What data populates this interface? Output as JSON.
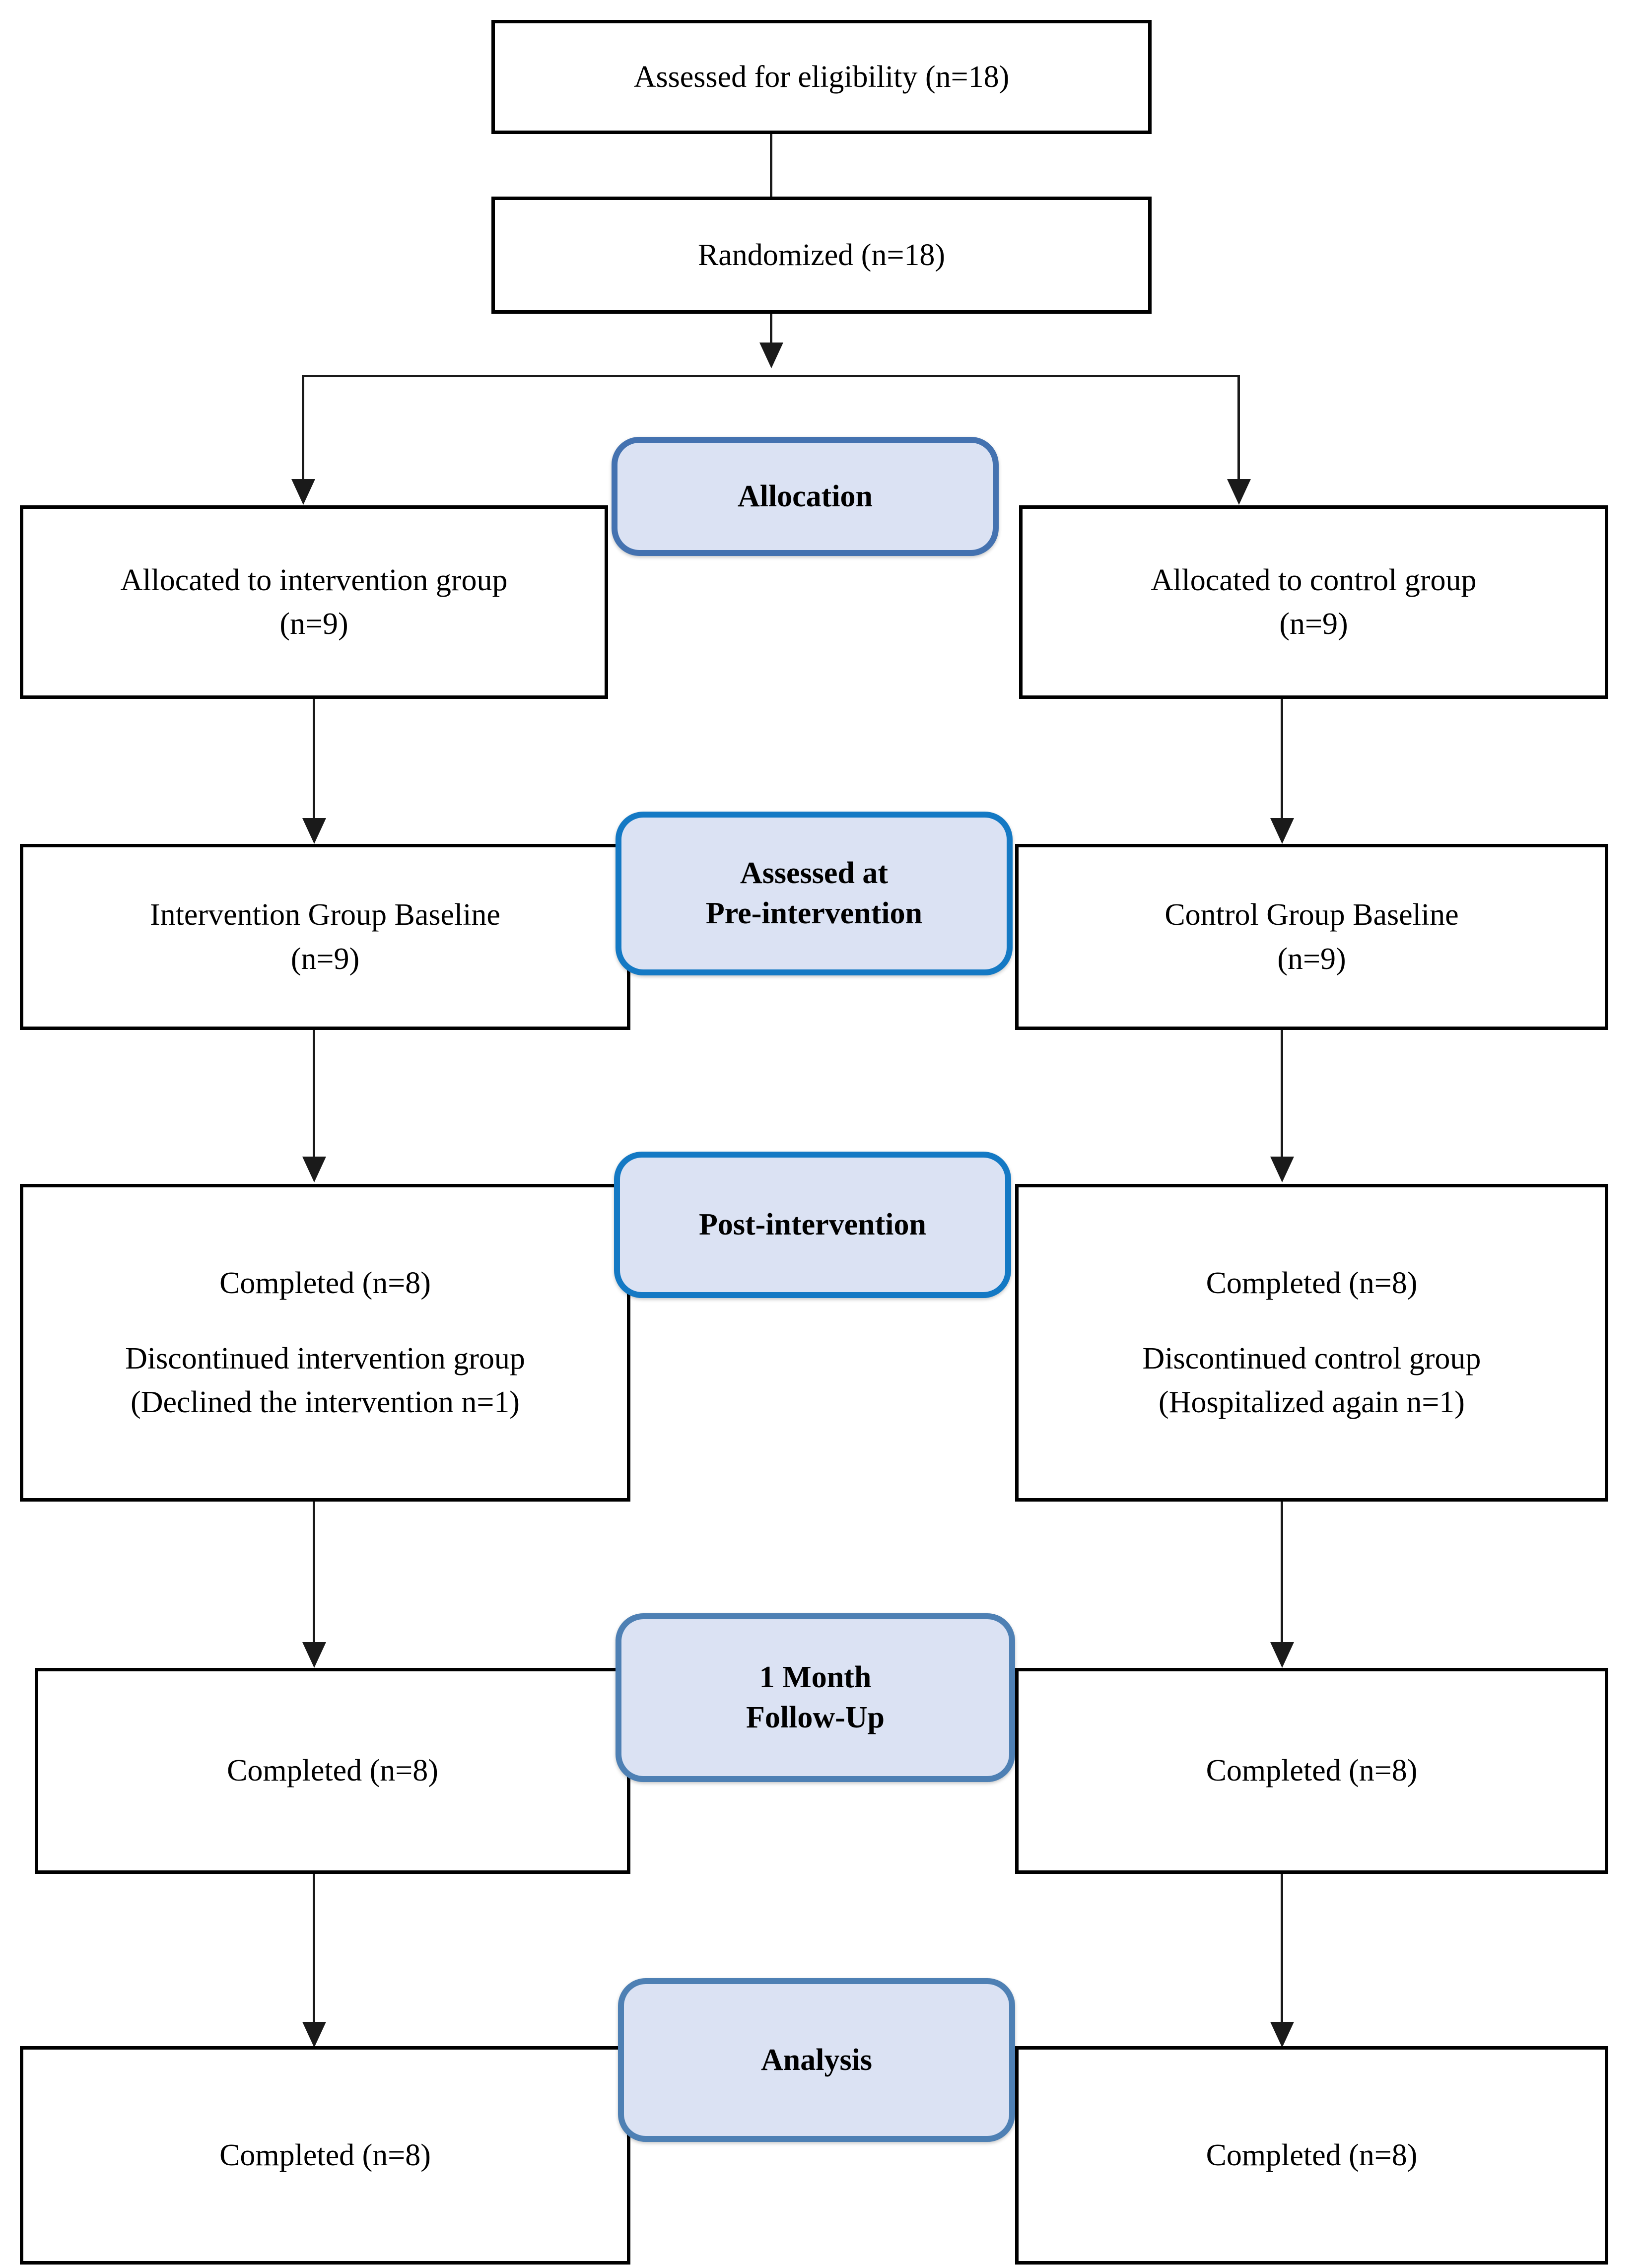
{
  "diagram": {
    "title": "CONSORT participant flow diagram",
    "colors": {
      "node_border": "#000000",
      "node_fill": "#ffffff",
      "stage_fill": "#dbe2f3",
      "stage_border_allocation": "#4472b0",
      "stage_border_preintervention": "#1479c4",
      "stage_border_postintervention": "#1479c4",
      "stage_border_followup": "#4e80b4",
      "stage_border_analysis": "#4e80b4",
      "connector": "#1a1a1a"
    }
  },
  "nodes": {
    "eligibility": {
      "line1": "Assessed for eligibility (n=18)"
    },
    "randomized": {
      "line1": "Randomized (n=18)"
    },
    "alloc_left": {
      "line1": "Allocated to intervention group",
      "line2": "(n=9)"
    },
    "alloc_right": {
      "line1": "Allocated to control group",
      "line2": "(n=9)"
    },
    "baseline_left": {
      "line1": "Intervention Group Baseline",
      "line2": "(n=9)"
    },
    "baseline_right": {
      "line1": "Control Group Baseline",
      "line2": "(n=9)"
    },
    "post_left": {
      "line1": "Completed (n=8)",
      "line2": "Discontinued intervention group",
      "line3": "(Declined the intervention n=1)"
    },
    "post_right": {
      "line1": "Completed (n=8)",
      "line2": "Discontinued control group",
      "line3": "(Hospitalized again n=1)"
    },
    "followup_left": {
      "line1": "Completed (n=8)"
    },
    "followup_right": {
      "line1": "Completed (n=8)"
    },
    "analysis_left": {
      "line1": "Completed (n=8)"
    },
    "analysis_right": {
      "line1": "Completed (n=8)"
    }
  },
  "stages": {
    "allocation": {
      "line1": "Allocation"
    },
    "preintervention": {
      "line1": "Assessed at",
      "line2": "Pre-intervention"
    },
    "postintervention": {
      "line1": "Post-intervention"
    },
    "followup": {
      "line1": "1 Month",
      "line2": "Follow-Up"
    },
    "analysis": {
      "line1": "Analysis"
    }
  }
}
